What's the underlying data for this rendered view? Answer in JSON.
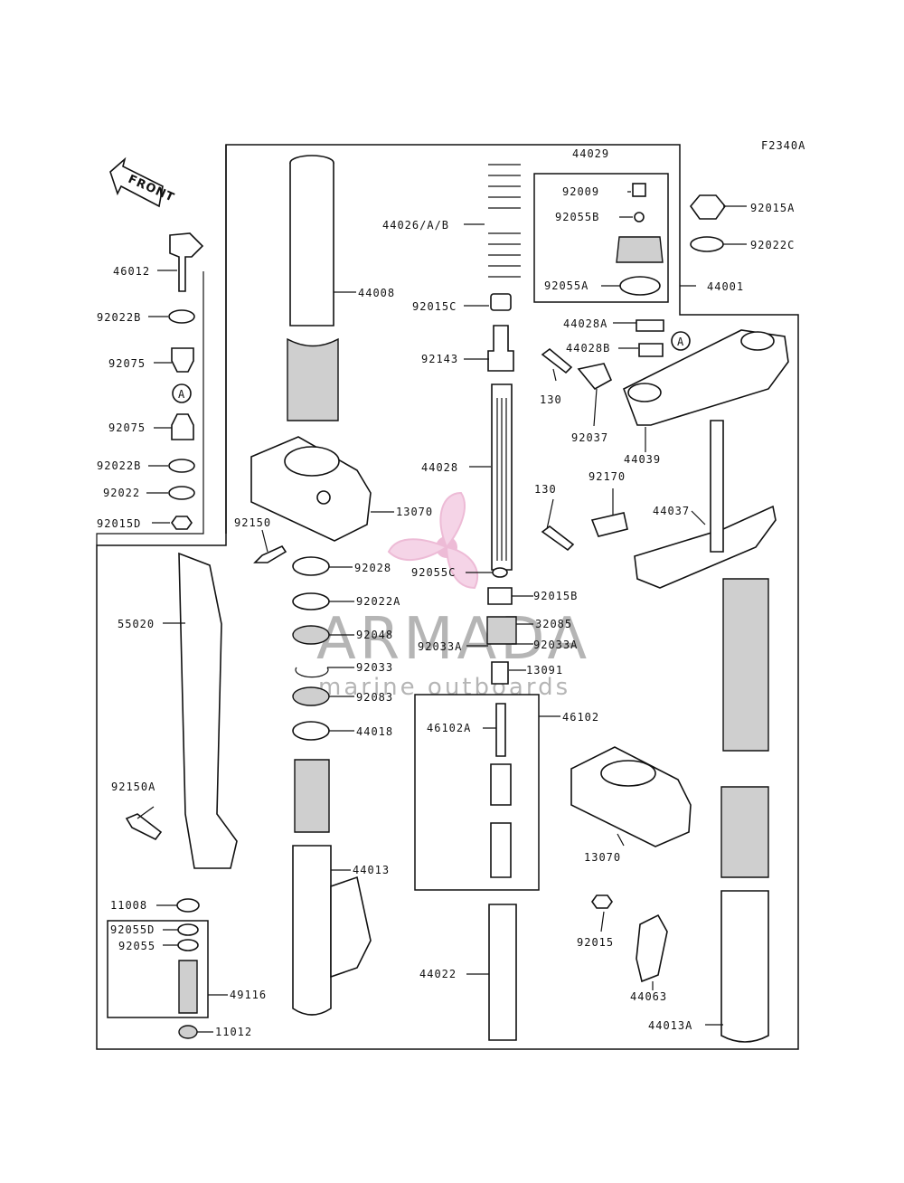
{
  "figure_code": "F2340A",
  "front_label": "FRONT",
  "ref_marker": "A",
  "watermark": {
    "title": "ARMADA",
    "subtitle": "marine outboards",
    "color": "#e8a5c9"
  },
  "labels": [
    "44029",
    "92009",
    "92055B",
    "92055A",
    "92015A",
    "92022C",
    "44001",
    "44026/A/B",
    "92015C",
    "92143",
    "44028",
    "44008",
    "46012",
    "92022B",
    "92075",
    "92075",
    "92022B",
    "92022",
    "92015D",
    "44028A",
    "44028B",
    "130",
    "92037",
    "44039",
    "92170",
    "130",
    "44037",
    "13070",
    "92150",
    "92028",
    "92022A",
    "92048",
    "92033",
    "92083",
    "44018",
    "92055C",
    "92015B",
    "32085",
    "92033A",
    "92033A",
    "13091",
    "46102",
    "46102A",
    "44013",
    "44022",
    "55020",
    "92150A",
    "11008",
    "92055D",
    "92055",
    "49116",
    "11012",
    "13070",
    "92015",
    "44063",
    "44013A"
  ]
}
